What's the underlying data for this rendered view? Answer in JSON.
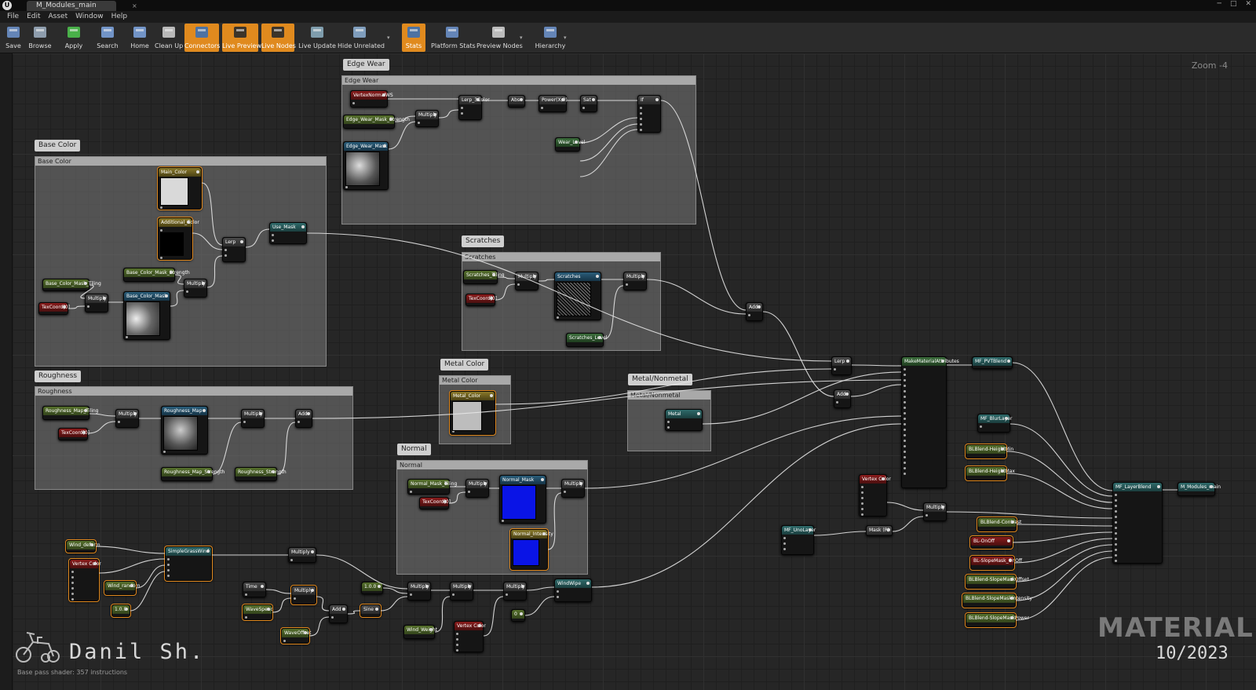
{
  "app": {
    "tab_title": "M_Modules_main"
  },
  "menu": [
    "File",
    "Edit",
    "Asset",
    "Window",
    "Help"
  ],
  "toolbar": [
    {
      "label": "Save",
      "icon": "save-icon",
      "active": false
    },
    {
      "label": "Browse",
      "icon": "browse-icon",
      "active": false
    },
    {
      "label": "Apply",
      "icon": "apply-icon",
      "active": false
    },
    {
      "label": "Search",
      "icon": "search-icon",
      "active": false
    },
    {
      "label": "Home",
      "icon": "home-icon",
      "active": false
    },
    {
      "label": "Clean Up",
      "icon": "cleanup-icon",
      "active": false
    },
    {
      "label": "Connectors",
      "icon": "connectors-icon",
      "active": true
    },
    {
      "label": "Live Preview",
      "icon": "live-preview-icon",
      "active": true
    },
    {
      "label": "Live Nodes",
      "icon": "live-nodes-icon",
      "active": true
    },
    {
      "label": "Live Update",
      "icon": "live-update-icon",
      "active": false
    },
    {
      "label": "Hide Unrelated",
      "icon": "hide-unrelated-icon",
      "active": false
    },
    {
      "label": "Stats",
      "icon": "stats-icon",
      "active": true
    },
    {
      "label": "Platform Stats",
      "icon": "platform-stats-icon",
      "active": false
    },
    {
      "label": "Preview Nodes",
      "icon": "preview-nodes-icon",
      "active": false
    },
    {
      "label": "Hierarchy",
      "icon": "hierarchy-icon",
      "active": false
    }
  ],
  "graph": {
    "zoom_label": "Zoom -4",
    "comments": [
      {
        "title": "Edge Wear"
      },
      {
        "title": "Base Color"
      },
      {
        "title": "Scratches"
      },
      {
        "title": "Metal Color"
      },
      {
        "title": "Metal/Nonmetal"
      },
      {
        "title": "Roughness"
      },
      {
        "title": "Normal"
      }
    ],
    "nodes": [
      "VertexNormalWS",
      "Edge_Wear_Mask_Strength",
      "Edge_Wear_Mask",
      "Multiply",
      "Lerp_3Color",
      "Abs",
      "Power(X,0)",
      "Sat",
      "If",
      "Wear_Level",
      "Main_Color",
      "Additional_Color",
      "Lerp",
      "Use_Mask",
      "Base_Color_Mask_Tiling",
      "TexCoord[0]",
      "Multiply",
      "Base_Color_Mask_Strength",
      "Base_Color_Mask",
      "Multiply",
      "Scratches_Tiling",
      "TexCoord[0]",
      "Multiply",
      "Scratches",
      "Multiply",
      "Scratches_Level",
      "Add",
      "Metal_Color",
      "Metal",
      "Roughness_Map_Tiling",
      "TexCoord[0]",
      "Multiply",
      "Roughness_Map",
      "Multiply",
      "Add",
      "Roughness_Map_Strength",
      "Roughness_Strength",
      "Normal_Mask_Tiling",
      "TexCoord[0]",
      "Multiply",
      "Normal_Mask",
      "Multiply",
      "Normal_Intensity",
      "Lerp",
      "Add",
      "MakeMaterialAttributes",
      "MF_PVTBlend",
      "MF_BlurLayer",
      "BLBlend-HeightMin",
      "BLBlend-HeightMax",
      "Vertex Color",
      "Multiply",
      "MF_UnoLayer",
      "Mask (R)",
      "BLBlend-Contrast",
      "BL-OnOff",
      "BL-SlopeMask_OnOff",
      "BLBlend-SlopeMaskOffset",
      "BLBlend-SlopeMaskIntensity",
      "BLBlend-SlopeMaskPower",
      "MF_LayerBlend",
      "M_Modules_main",
      "Wind_deform",
      "Vertex Color",
      "Wind_random",
      "1.0.0",
      "SimpleGrassWind",
      "Multiply",
      "Time",
      "WaveSpeed",
      "Multiply",
      "Add",
      "WaveOffset",
      "1.0.0",
      "Sine",
      "Multiply",
      "Multiply",
      "Multiply",
      "Wind_Weight",
      "Vertex Color",
      "WindWipe",
      "0"
    ]
  },
  "status": {
    "shader_text": "Base pass shader: 357 instructions"
  },
  "watermark": {
    "title": "MATERIAL",
    "author": "Danil Sh.",
    "date": "10/2023"
  },
  "colors": {
    "accent": "#e08a1e",
    "param_green": "#56702c",
    "param_red": "#8a1c1c",
    "texture_blue": "#2a5d7a"
  }
}
